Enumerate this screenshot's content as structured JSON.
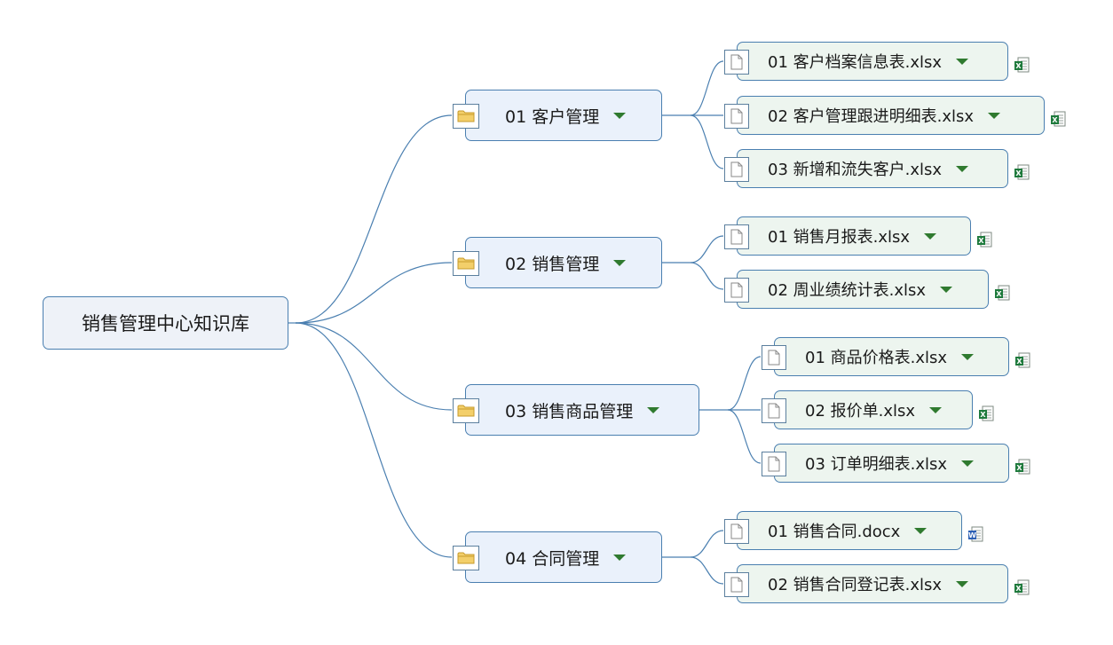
{
  "root": {
    "label": "销售管理中心知识库"
  },
  "colors": {
    "line": "#4a7fb0",
    "group_fill": "#eaf1fb",
    "file_fill": "#edf5ef",
    "arrow": "#2f7a2f",
    "excel": "#1e7a3c",
    "word": "#2b5fb4"
  },
  "groups": [
    {
      "label": "01 客户管理",
      "icon": "folder-icon",
      "files": [
        {
          "label": "01 客户档案信息表.xlsx",
          "type": "excel"
        },
        {
          "label": "02 客户管理跟进明细表.xlsx",
          "type": "excel"
        },
        {
          "label": "03 新增和流失客户.xlsx",
          "type": "excel"
        }
      ]
    },
    {
      "label": "02 销售管理",
      "icon": "folder-icon",
      "files": [
        {
          "label": "01 销售月报表.xlsx",
          "type": "excel"
        },
        {
          "label": "02 周业绩统计表.xlsx",
          "type": "excel"
        }
      ]
    },
    {
      "label": "03 销售商品管理",
      "icon": "folder-icon",
      "files": [
        {
          "label": "01 商品价格表.xlsx",
          "type": "excel"
        },
        {
          "label": "02 报价单.xlsx",
          "type": "excel"
        },
        {
          "label": "03 订单明细表.xlsx",
          "type": "excel"
        }
      ]
    },
    {
      "label": "04 合同管理",
      "icon": "folder-icon",
      "files": [
        {
          "label": "01 销售合同.docx",
          "type": "word"
        },
        {
          "label": "02 销售合同登记表.xlsx",
          "type": "excel"
        }
      ]
    }
  ]
}
